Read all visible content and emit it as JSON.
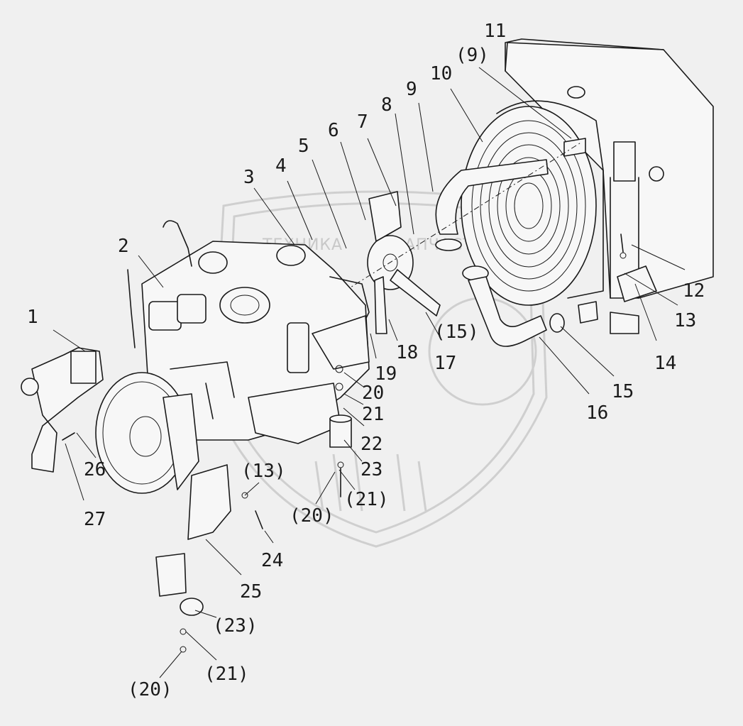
{
  "diagram": {
    "watermark": {
      "text_left": "ТЕХНИКА",
      "text_right": "ЗАПЧАСТИ"
    },
    "callouts": {
      "c1": "1",
      "c2": "2",
      "c3": "3",
      "c4": "4",
      "c5": "5",
      "c6": "6",
      "c7": "7",
      "c8": "8",
      "c9": "9",
      "c9p": "(9)",
      "c10": "10",
      "c11": "11",
      "c12": "12",
      "c13": "13",
      "c13p": "(13)",
      "c14": "14",
      "c15": "15",
      "c15p": "(15)",
      "c16": "16",
      "c17": "17",
      "c18": "18",
      "c19": "19",
      "c20": "20",
      "c20p_a": "(20)",
      "c20p_b": "(20)",
      "c21": "21",
      "c21p_a": "(21)",
      "c21p_b": "(21)",
      "c22": "22",
      "c23": "23",
      "c23p": "(23)",
      "c24": "24",
      "c25": "25",
      "c26": "26",
      "c27": "27"
    }
  }
}
